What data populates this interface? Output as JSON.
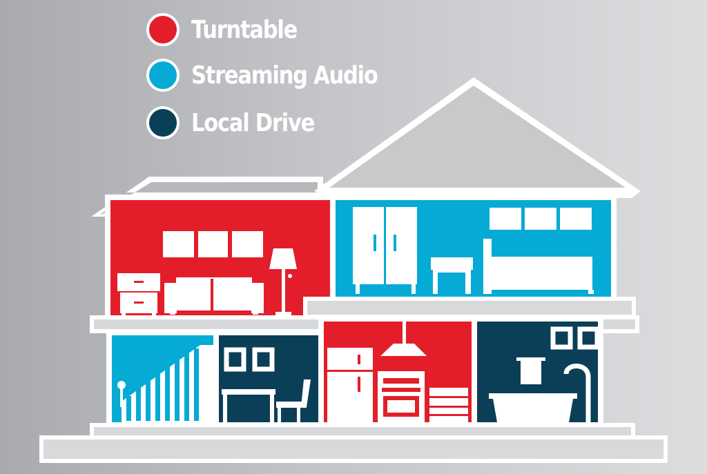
{
  "legend": {
    "items": [
      {
        "label": "Turntable",
        "color": "#e31e2a"
      },
      {
        "label": "Streaming Audio",
        "color": "#05aad5"
      },
      {
        "label": "Local Drive",
        "color": "#0b3f57"
      }
    ]
  },
  "colors": {
    "turntable": "#e31e2a",
    "streaming": "#05aad5",
    "local": "#0b3f57",
    "outline": "#ffffff",
    "background": "#c4c5c8"
  },
  "rooms": [
    {
      "name": "Living Room",
      "source": "turntable"
    },
    {
      "name": "Bedroom",
      "source": "streaming"
    },
    {
      "name": "Stairwell",
      "source": "streaming"
    },
    {
      "name": "Dining Room",
      "source": "local"
    },
    {
      "name": "Kitchen",
      "source": "turntable"
    },
    {
      "name": "Bathroom",
      "source": "local"
    }
  ]
}
